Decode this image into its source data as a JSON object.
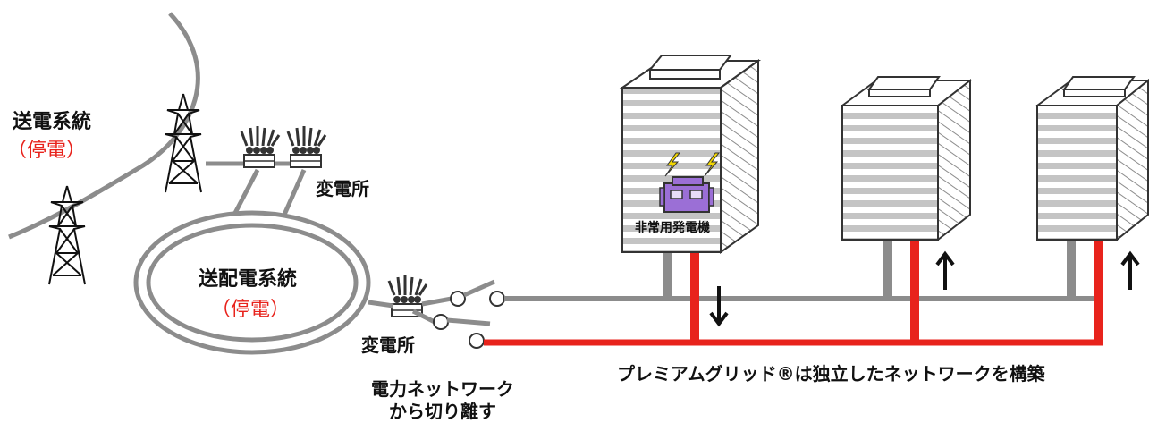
{
  "labels": {
    "transmission_system": "送電系統",
    "transmission_outage": "（停電）",
    "substation_top": "変電所",
    "distribution_system": "送配電系統",
    "distribution_outage": "（停電）",
    "substation_bottom": "変電所",
    "disconnect_line1": "電力ネットワーク",
    "disconnect_line2": "から切り離す",
    "emergency_generator": "非常用発電機",
    "caption": "プレミアムグリッド®は独立したネットワークを構築"
  },
  "colors": {
    "grid_line": "#8c8c8c",
    "independent_line": "#e8231c",
    "outage_text": "#e8231c",
    "generator": "#9b6fd6",
    "lightning": "#f2d600",
    "building_stripe": "#c4c4c4"
  },
  "icons": {
    "tower": "transmission-tower-icon",
    "transformer": "transformer-icon",
    "lightning": "lightning-icon",
    "generator": "generator-icon",
    "arrow_up": "arrow-up-icon",
    "arrow_down": "arrow-down-icon"
  }
}
